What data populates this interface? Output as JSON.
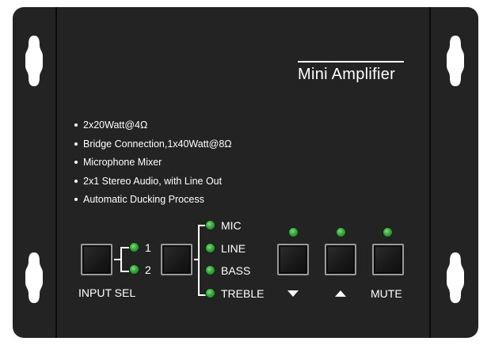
{
  "title": "Mini Amplifier",
  "features": [
    "2x20Watt@4Ω",
    "Bridge Connection,1x40Watt@8Ω",
    "Microphone Mixer",
    "2x1 Stereo Audio, with Line Out",
    "Automatic Ducking Process"
  ],
  "input_select": {
    "label": "INPUT SEL",
    "channels": [
      "1",
      "2"
    ]
  },
  "mode_select": {
    "options": [
      "MIC",
      "LINE",
      "BASS",
      "TREBLE"
    ]
  },
  "controls": {
    "mute_label": "MUTE",
    "down_icon": "triangle-down-icon",
    "up_icon": "triangle-up-icon"
  },
  "colors": {
    "panel": "#232323",
    "led": "#35a83a",
    "text": "#ffffff"
  }
}
